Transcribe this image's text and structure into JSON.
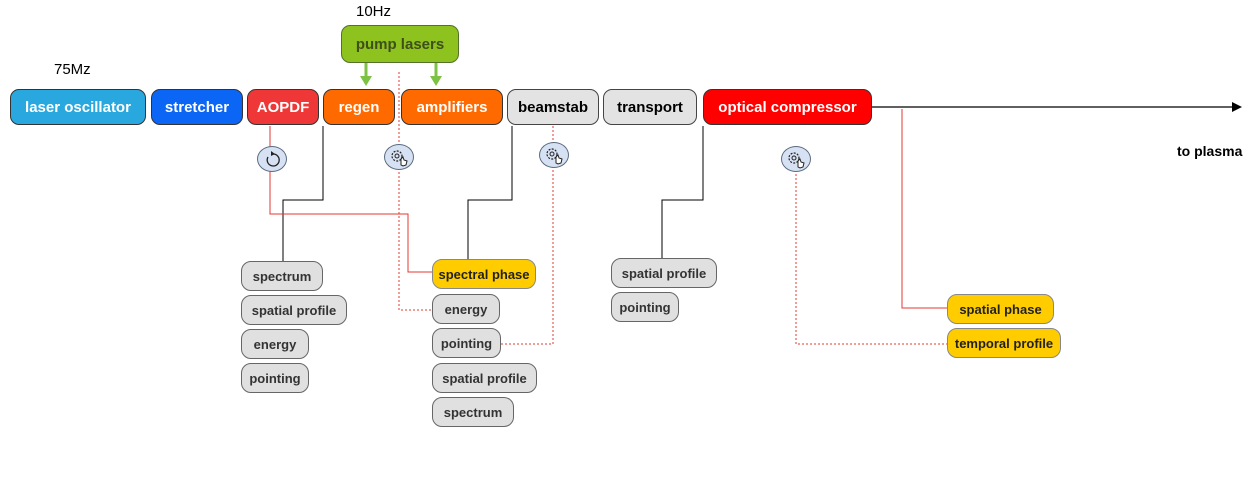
{
  "labels": {
    "rep_rate_10hz": "10Hz",
    "rep_rate_75mz": "75Mz",
    "to_plasma": "to plasma"
  },
  "pump": {
    "label": "pump lasers"
  },
  "chain": [
    {
      "id": "laser-oscillator",
      "label": "laser oscillator",
      "color": "#29a8e0"
    },
    {
      "id": "stretcher",
      "label": "stretcher",
      "color": "#0b66f5"
    },
    {
      "id": "aopdf",
      "label": "AOPDF",
      "color": "#f03737"
    },
    {
      "id": "regen",
      "label": "regen",
      "color": "#ff6a00"
    },
    {
      "id": "amplifiers",
      "label": "amplifiers",
      "color": "#ff6a00"
    },
    {
      "id": "beamstab",
      "label": "beamstab",
      "color": "#e3e3e3"
    },
    {
      "id": "transport",
      "label": "transport",
      "color": "#e3e3e3"
    },
    {
      "id": "optical-compressor",
      "label": "optical compressor",
      "color": "#ff0000"
    }
  ],
  "diagnostics": {
    "group_regen": [
      "spectrum",
      "spatial profile",
      "energy",
      "pointing"
    ],
    "group_beamstab": [
      "spectral phase",
      "energy",
      "pointing",
      "spatial profile",
      "spectrum"
    ],
    "group_transport": [
      "spatial profile",
      "pointing"
    ],
    "group_compressor": [
      "spatial phase",
      "temporal profile"
    ]
  },
  "colors": {
    "feedback_line": "#e53935",
    "signal_line": "#000000",
    "pump_arrow": "#7dc242",
    "highlight_pill": "#ffcc00",
    "control_icon": "#d6e2f3"
  },
  "icons": [
    "cycle-icon",
    "gear-hand-icon",
    "gear-hand-icon",
    "gear-hand-icon"
  ]
}
